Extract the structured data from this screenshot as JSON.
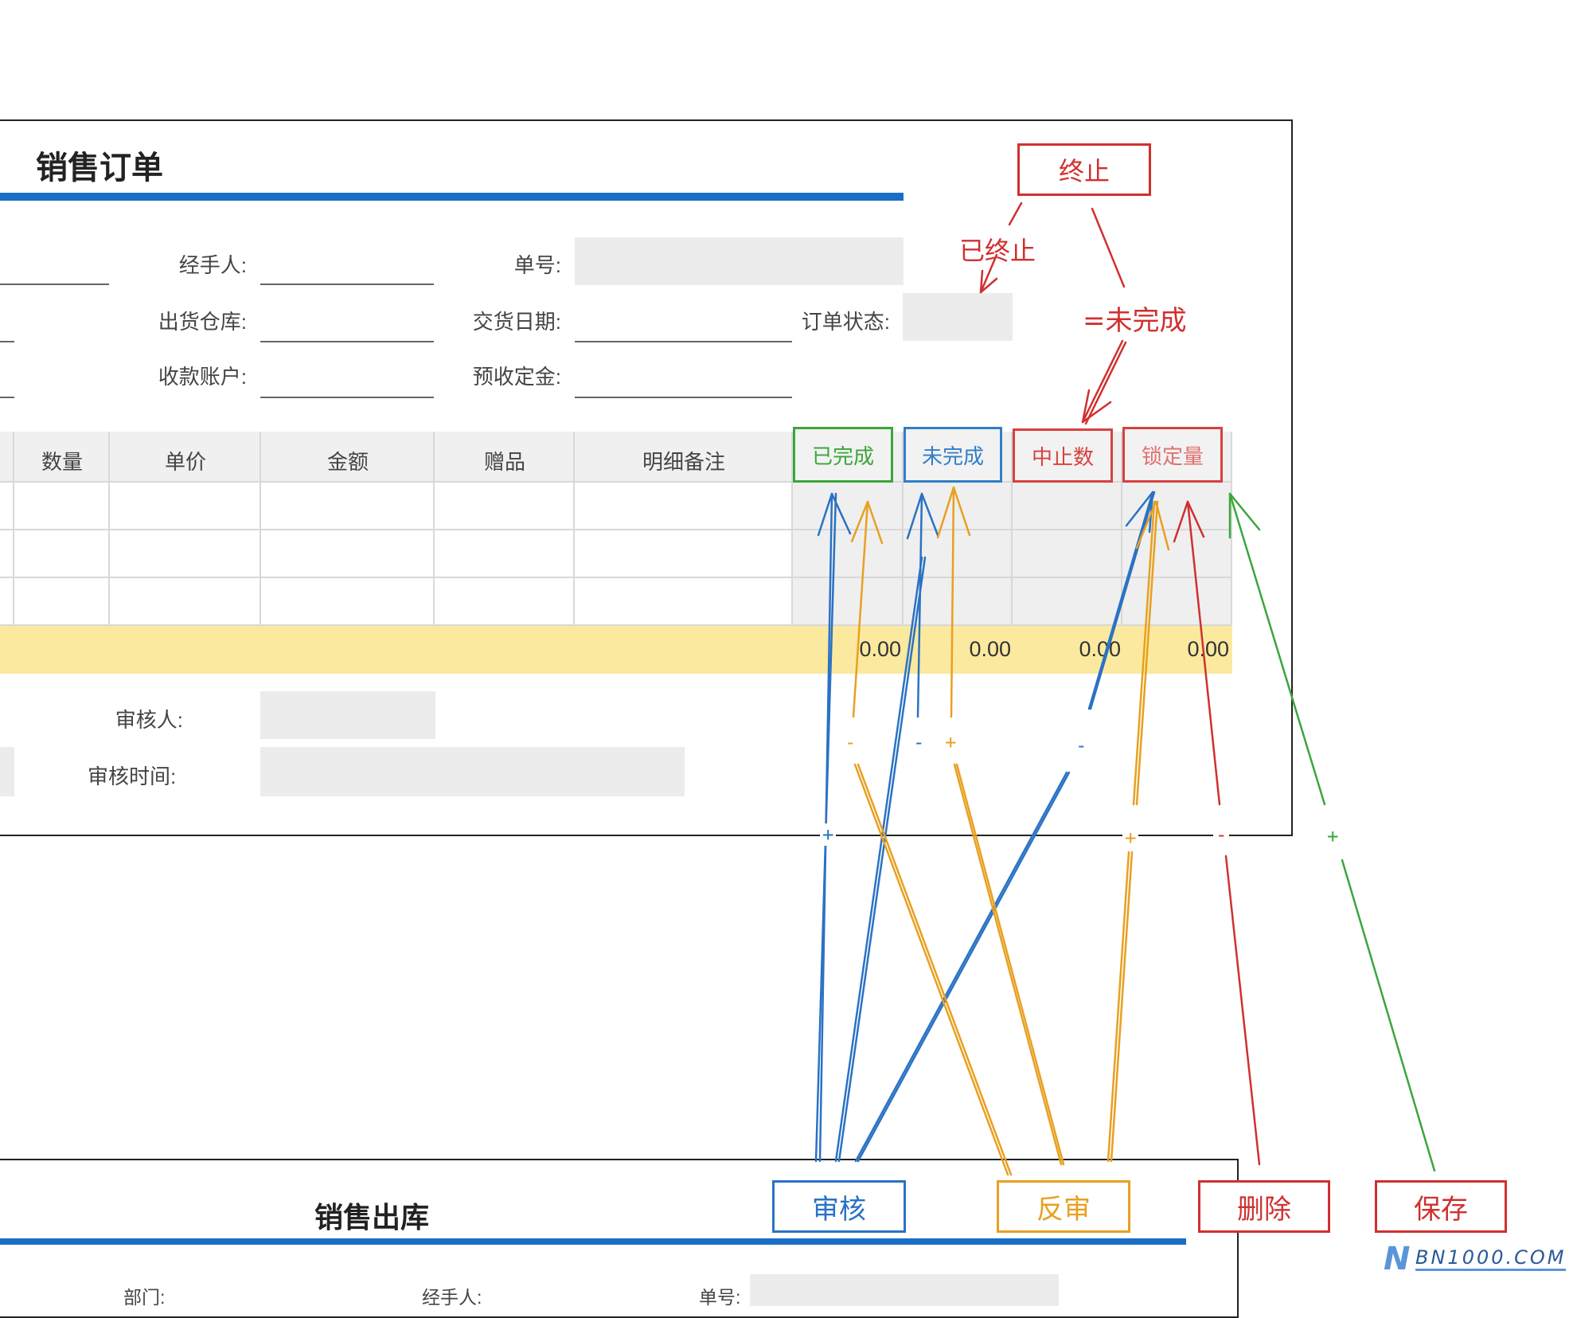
{
  "sales_order": {
    "title": "销售订单",
    "fields": {
      "handler_label": "经手人:",
      "order_no_label": "单号:",
      "warehouse_label": "出货仓库:",
      "delivery_date_label": "交货日期:",
      "order_status_label": "订单状态:",
      "account_label": "收款账户:",
      "deposit_label": "预收定金:"
    },
    "table": {
      "columns": [
        "数量",
        "单价",
        "金额",
        "赠品",
        "明细备注"
      ],
      "status_columns": [
        {
          "label": "已完成",
          "color": "#3aa63a"
        },
        {
          "label": "未完成",
          "color": "#2f7fc8"
        },
        {
          "label": "中止数",
          "color": "#d84040"
        },
        {
          "label": "锁定量",
          "color": "#d84040"
        }
      ],
      "totals": [
        "0.00",
        "0.00",
        "0.00",
        "0.00"
      ]
    },
    "approver_label": "审核人:",
    "approve_time_label": "审核时间:"
  },
  "sales_outbound": {
    "title": "销售出库",
    "dept_label": "部门:",
    "handler_label": "经手人:",
    "order_no_label": "单号:"
  },
  "annotations": {
    "terminate_box": "终止",
    "terminated_note": "已终止",
    "incomplete_note": "=未完成",
    "signs": [
      "-",
      "-",
      "+",
      "-",
      "-",
      "+",
      "+",
      "+"
    ]
  },
  "actions": {
    "approve": "审核",
    "unapprove": "反审",
    "delete": "删除",
    "save": "保存"
  },
  "colors": {
    "accent_blue": "#1a6fc4",
    "orange": "#e8a020",
    "red": "#d03030",
    "green": "#3aa63a",
    "total_row": "#fbe9a0"
  },
  "watermark": "BN1000.COM"
}
